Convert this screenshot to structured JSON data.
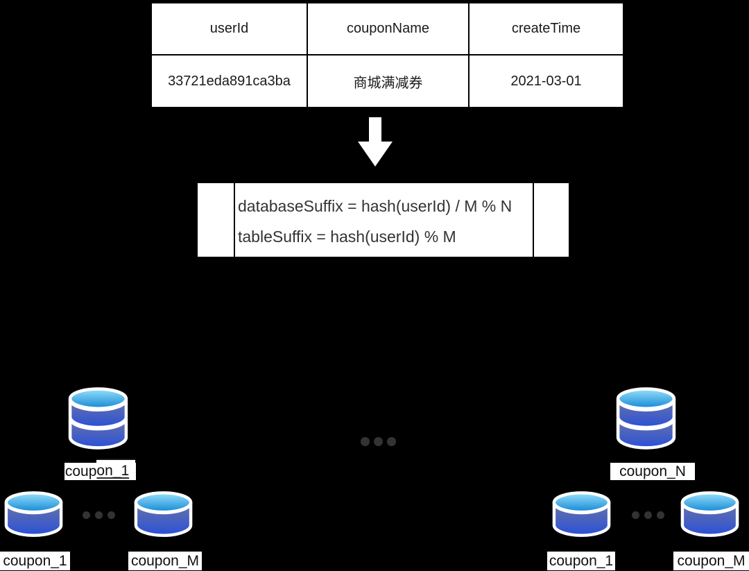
{
  "table": {
    "headers": [
      "userId",
      "couponName",
      "createTime"
    ],
    "row": [
      "33721eda891ca3ba",
      "商城满减券",
      "2021-03-01"
    ]
  },
  "formula": {
    "line1": "databaseSuffix = hash(userId) / M % N",
    "line2": "tableSuffix = hash(userId) % M"
  },
  "left_cluster": {
    "database_label_part1": "coup",
    "database_label_part2": "on_1",
    "table_labels": [
      "coupon_1",
      "coupon_M"
    ]
  },
  "right_cluster": {
    "database_label": "coupon_N",
    "table_labels": [
      "coupon_1",
      "coupon_M"
    ]
  },
  "icons": {
    "arrow": "down-arrow-icon",
    "big_database": "database-icon",
    "small_database": "table-shard-icon",
    "dots": "ellipsis-dots-icon"
  },
  "colors": {
    "background": "#000000",
    "cell_background": "#ffffff",
    "grid_border": "#000000",
    "formula_text": "#333333",
    "db_top_light": "#98e0fb",
    "db_top_dark": "#1388d6",
    "db_body_light": "#6a74a6",
    "db_body_dark": "#2a50d8",
    "db_outline": "#ffffff",
    "dots": "#333333",
    "arrow": "#ffffff"
  }
}
